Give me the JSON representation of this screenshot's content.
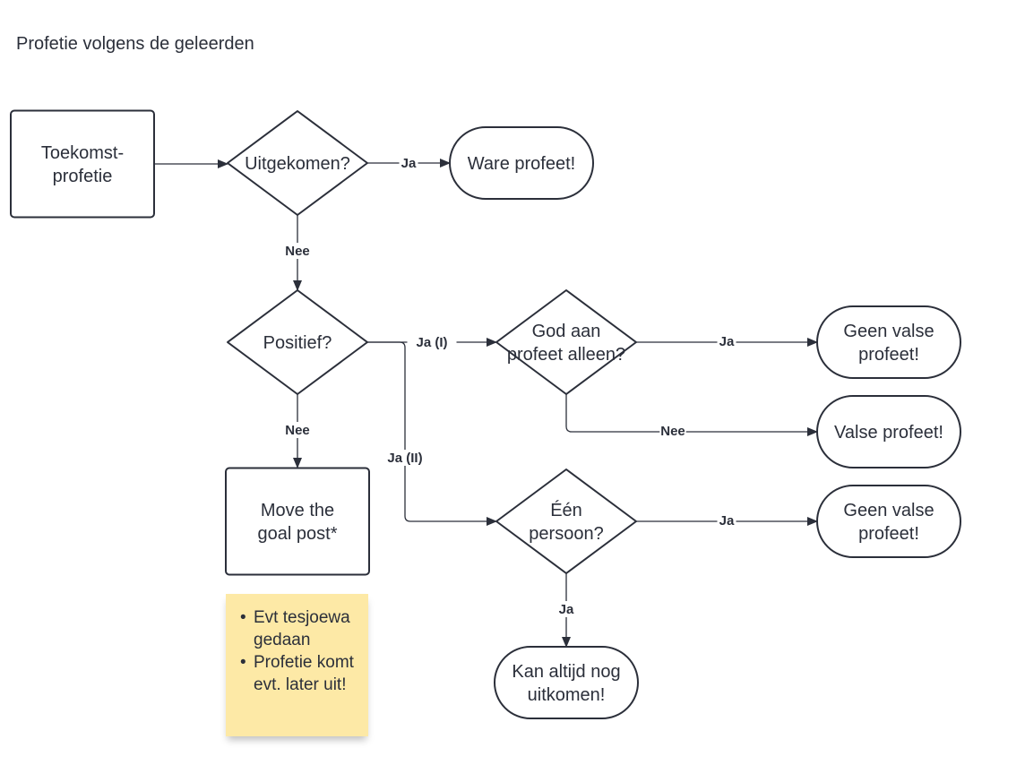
{
  "title": "Profetie volgens de geleerden",
  "nodes": {
    "toekomst": {
      "lines": [
        "Toekomst-",
        "profetie"
      ],
      "shape": "rectangle"
    },
    "uitgekomen": {
      "lines": [
        "Uitgekomen?"
      ],
      "shape": "diamond"
    },
    "ware_profeet": {
      "lines": [
        "Ware profeet!"
      ],
      "shape": "terminal"
    },
    "positief": {
      "lines": [
        "Positief?"
      ],
      "shape": "diamond"
    },
    "god_aan_profeet": {
      "lines": [
        "God aan",
        "profeet alleen?"
      ],
      "shape": "diamond"
    },
    "geen_valse_1": {
      "lines": [
        "Geen valse",
        "profeet!"
      ],
      "shape": "terminal"
    },
    "valse_profeet": {
      "lines": [
        "Valse profeet!"
      ],
      "shape": "terminal"
    },
    "move_goal_post": {
      "lines": [
        "Move the",
        "goal post*"
      ],
      "shape": "rectangle"
    },
    "een_persoon": {
      "lines": [
        "Één",
        "persoon?"
      ],
      "shape": "diamond"
    },
    "geen_valse_2": {
      "lines": [
        "Geen valse",
        "profeet!"
      ],
      "shape": "terminal"
    },
    "kan_altijd": {
      "lines": [
        "Kan altijd nog",
        "uitkomen!"
      ],
      "shape": "terminal"
    }
  },
  "edges": [
    {
      "from": "toekomst",
      "to": "uitgekomen",
      "label": ""
    },
    {
      "from": "uitgekomen",
      "to": "ware_profeet",
      "label": "Ja"
    },
    {
      "from": "uitgekomen",
      "to": "positief",
      "label": "Nee"
    },
    {
      "from": "positief",
      "to": "god_aan_profeet",
      "label": "Ja (I)"
    },
    {
      "from": "god_aan_profeet",
      "to": "geen_valse_1",
      "label": "Ja"
    },
    {
      "from": "god_aan_profeet",
      "to": "valse_profeet",
      "label": "Nee"
    },
    {
      "from": "positief",
      "to": "move_goal_post",
      "label": "Nee"
    },
    {
      "from": "positief",
      "to": "een_persoon",
      "label": "Ja (II)"
    },
    {
      "from": "een_persoon",
      "to": "geen_valse_2",
      "label": "Ja"
    },
    {
      "from": "een_persoon",
      "to": "kan_altijd",
      "label": "Ja"
    }
  ],
  "sticky_note": {
    "items": [
      "Evt tesjoewa gedaan",
      "Profetie komt evt. later uit!"
    ],
    "color": "#fde9a6"
  },
  "colors": {
    "stroke": "#2b2f3a",
    "fill": "#ffffff",
    "text": "#2b2f3a"
  }
}
